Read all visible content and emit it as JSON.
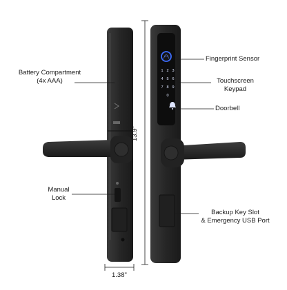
{
  "callouts": {
    "battery": [
      "Battery Compartment",
      "(4x AAA)"
    ],
    "manual_lock": [
      "Manual",
      "Lock"
    ],
    "fingerprint": [
      "Fingerprint Sensor"
    ],
    "touchscreen": [
      "Touchscreen",
      "Keypad"
    ],
    "doorbell": [
      "Doorbell"
    ],
    "backup": [
      "Backup Key Slot",
      "& Emergency USB Port"
    ]
  },
  "dimensions": {
    "height": "13.9\"",
    "width": "1.38\""
  },
  "keypad": {
    "digits": [
      "1",
      "2",
      "3",
      "4",
      "5",
      "6",
      "7",
      "8",
      "9",
      "0"
    ]
  },
  "colors": {
    "body": "#2b2b2b",
    "body_dark": "#1c1c1c",
    "keypad_glow": "#cfd8ff",
    "fingerprint_ring": "#3d6dff",
    "line": "#1a1a1a"
  },
  "icons": {
    "fingerprint": "fingerprint-icon",
    "doorbell": "bell-icon",
    "lock": "padlock-icon"
  }
}
